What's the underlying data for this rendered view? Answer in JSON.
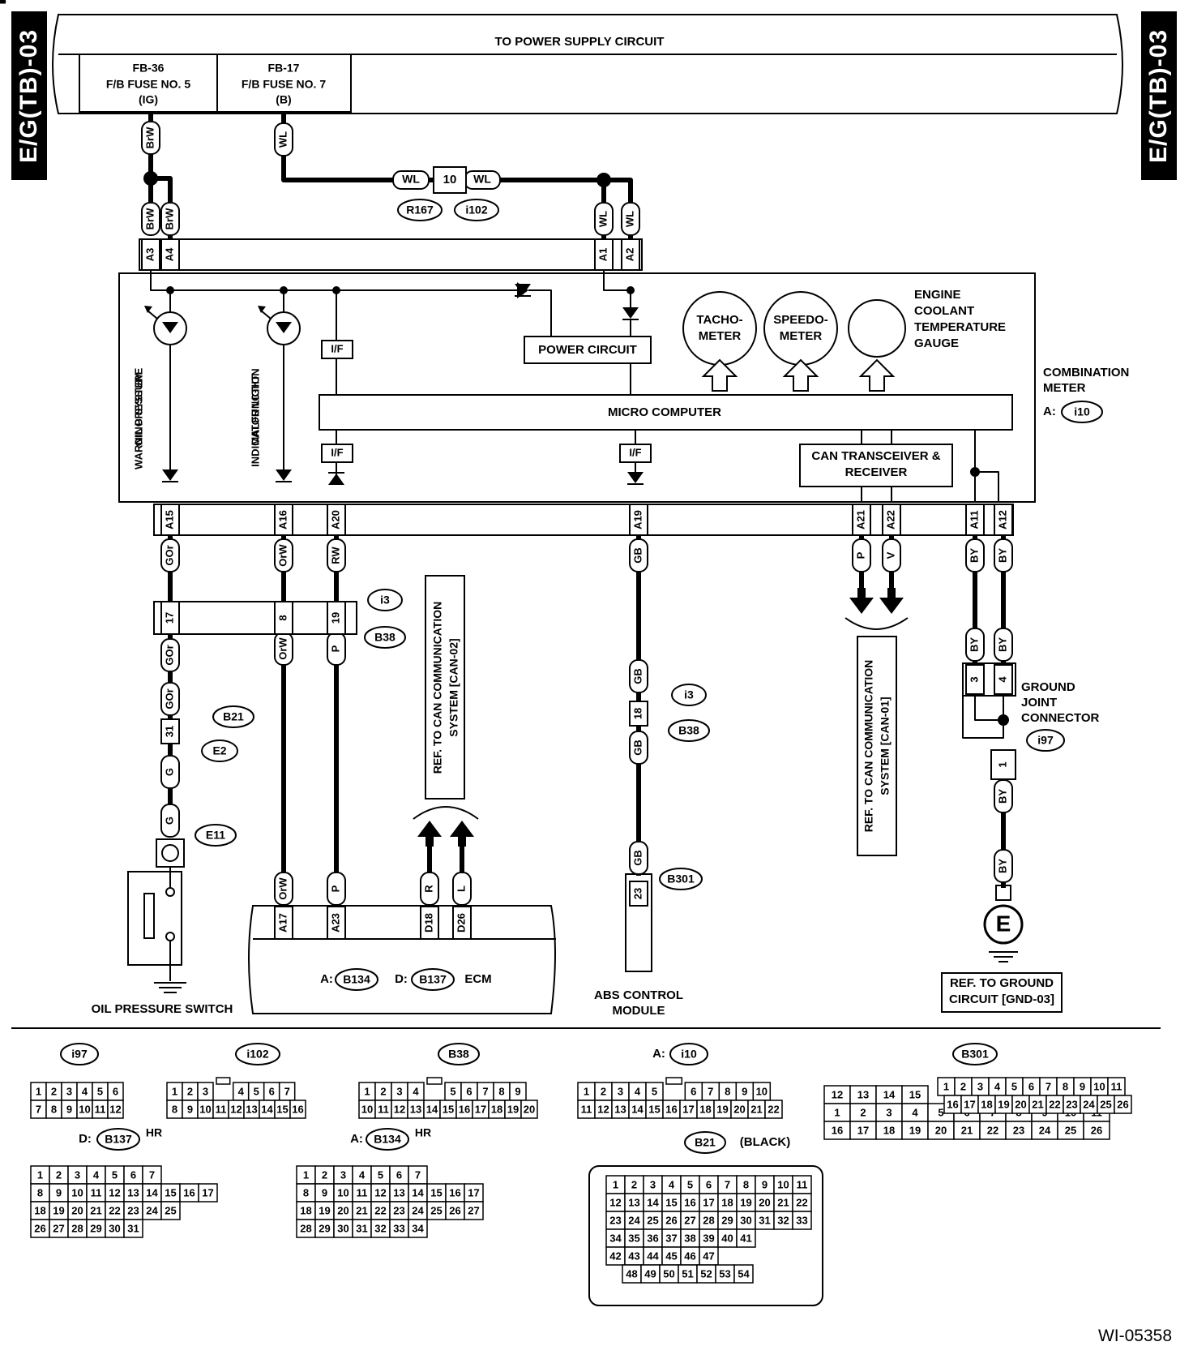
{
  "side_tabs": [
    "E/G(TB)-03",
    "E/G(TB)-03"
  ],
  "power_supply": "TO POWER SUPPLY CIRCUIT",
  "fuses": [
    {
      "line1": "FB-36",
      "line2": "F/B FUSE NO. 5",
      "line3": "(IG)"
    },
    {
      "line1": "FB-17",
      "line2": "F/B FUSE NO. 7",
      "line3": "(B)"
    }
  ],
  "wires": {
    "brw": "BrW",
    "wl": "WL",
    "gor": "GOr",
    "orw": "OrW",
    "rw": "RW",
    "p": "P",
    "gb": "GB",
    "v": "V",
    "by": "BY",
    "g": "G",
    "r": "R",
    "l": "L"
  },
  "pins": {
    "a3": "A3",
    "a4": "A4",
    "a1": "A1",
    "a2": "A2",
    "a15": "A15",
    "a16": "A16",
    "a20": "A20",
    "a19": "A19",
    "a21": "A21",
    "a22": "A22",
    "a11": "A11",
    "a12": "A12",
    "p10": "10",
    "p17": "17",
    "p8": "8",
    "p19": "19",
    "p18": "18",
    "p31": "31",
    "p3": "3",
    "p4": "4",
    "p1": "1",
    "p23": "23",
    "a17": "A17",
    "a23": "A23",
    "d18": "D18",
    "d26": "D26"
  },
  "connector_ids": {
    "r167": "R167",
    "i102": "i102",
    "i10": "i10",
    "i3": "i3",
    "b38": "B38",
    "b21": "B21",
    "e2": "E2",
    "e11": "E11",
    "i97": "i97",
    "b301": "B301",
    "b134": "B134",
    "b137": "B137"
  },
  "meter": {
    "tacho": [
      "TACHO-",
      "METER"
    ],
    "speedo": [
      "SPEEDO-",
      "METER"
    ],
    "coolant": [
      "ENGINE",
      "COOLANT",
      "TEMPERATURE",
      "GAUGE"
    ],
    "power_circuit": "POWER CIRCUIT",
    "micro": "MICRO COMPUTER",
    "can": [
      "CAN TRANSCEIVER &",
      "RECEIVER"
    ],
    "interface": "I/F",
    "oil_warn": [
      "OIL PRESSURE",
      "WARNING SYSTEM"
    ],
    "malfunction": [
      "MALFUNCTION",
      "INDICATOR LIGHT"
    ],
    "combination": [
      "COMBINATION",
      "METER"
    ],
    "prefix_a": "A:"
  },
  "refs": {
    "can02": [
      "REF. TO CAN COMMUNICATION",
      "SYSTEM [CAN-02]"
    ],
    "can01": [
      "REF. TO CAN COMMUNICATION",
      "SYSTEM [CAN-01]"
    ],
    "gnd03": [
      "REF. TO GROUND",
      "CIRCUIT [GND-03]"
    ]
  },
  "labels": {
    "ground_joint": [
      "GROUND",
      "JOINT",
      "CONNECTOR"
    ],
    "oil_switch": "OIL PRESSURE SWITCH",
    "abs": [
      "ABS CONTROL",
      "MODULE"
    ],
    "ecm": "ECM",
    "prefix_a": "A:",
    "prefix_d": "D:",
    "ground_e": "E",
    "hr": "HR",
    "black": "(BLACK)"
  },
  "connector_faces": [
    {
      "id": "i97",
      "rows": [
        [
          "1",
          "2",
          "3",
          "4",
          "5",
          "6"
        ],
        [
          "7",
          "8",
          "9",
          "10",
          "11",
          "12"
        ]
      ]
    },
    {
      "id": "i102",
      "rows": [
        [
          "1",
          "2",
          "3",
          "",
          "4",
          "5",
          "6",
          "7"
        ],
        [
          "8",
          "9",
          "10",
          "11",
          "12",
          "13",
          "14",
          "15",
          "16"
        ]
      ]
    },
    {
      "id": "B38",
      "rows": [
        [
          "1",
          "2",
          "3",
          "4",
          "",
          "5",
          "6",
          "7",
          "8",
          "9"
        ],
        [
          "10",
          "11",
          "12",
          "13",
          "14",
          "15",
          "16",
          "17",
          "18",
          "19",
          "20"
        ]
      ]
    },
    {
      "id": "i10",
      "prefix": "A:",
      "rows": [
        [
          "1",
          "2",
          "3",
          "4",
          "5",
          "",
          "6",
          "7",
          "8",
          "9",
          "10"
        ],
        [
          "11",
          "12",
          "13",
          "14",
          "15",
          "16",
          "17",
          "18",
          "19",
          "20",
          "21",
          "22"
        ]
      ]
    },
    {
      "id": "B301",
      "rows": [
        [
          "12",
          "13",
          "14",
          "15"
        ],
        [
          "1",
          "2",
          "3",
          "4",
          "5",
          "6",
          "7",
          "8",
          "9",
          "10",
          "11"
        ],
        [
          "16",
          "17",
          "18",
          "19",
          "20",
          "21",
          "22",
          "23",
          "24",
          "25",
          "26"
        ]
      ]
    },
    {
      "id": "B137",
      "prefix": "D:",
      "rows": [
        [
          "1",
          "2",
          "3",
          "4",
          "5",
          "6",
          "7"
        ],
        [
          "8",
          "9",
          "10",
          "11",
          "12",
          "13",
          "14",
          "15",
          "16",
          "17"
        ],
        [
          "18",
          "19",
          "20",
          "21",
          "22",
          "23",
          "24",
          "25"
        ],
        [
          "26",
          "27",
          "28",
          "29",
          "30",
          "31"
        ]
      ]
    },
    {
      "id": "B134",
      "prefix": "A:",
      "rows": [
        [
          "1",
          "2",
          "3",
          "4",
          "5",
          "6",
          "7"
        ],
        [
          "8",
          "9",
          "10",
          "11",
          "12",
          "13",
          "14",
          "15",
          "16",
          "17"
        ],
        [
          "18",
          "19",
          "20",
          "21",
          "22",
          "23",
          "24",
          "25",
          "26",
          "27"
        ],
        [
          "28",
          "29",
          "30",
          "31",
          "32",
          "33",
          "34"
        ]
      ]
    },
    {
      "id": "B21",
      "rows": [
        [
          "1",
          "2",
          "3",
          "4",
          "5",
          "6",
          "7",
          "8",
          "9",
          "10",
          "11"
        ],
        [
          "12",
          "13",
          "14",
          "15",
          "16",
          "17",
          "18",
          "19",
          "20",
          "21",
          "22"
        ],
        [
          "23",
          "24",
          "25",
          "26",
          "27",
          "28",
          "29",
          "30",
          "31",
          "32",
          "33"
        ],
        [
          "34",
          "35",
          "36",
          "37",
          "38",
          "39",
          "40",
          "41"
        ],
        [
          "42",
          "43",
          "44",
          "45",
          "46",
          "47"
        ],
        [
          "48",
          "49",
          "50",
          "51",
          "52",
          "53",
          "54"
        ]
      ]
    }
  ],
  "figure_id": "WI-05358"
}
